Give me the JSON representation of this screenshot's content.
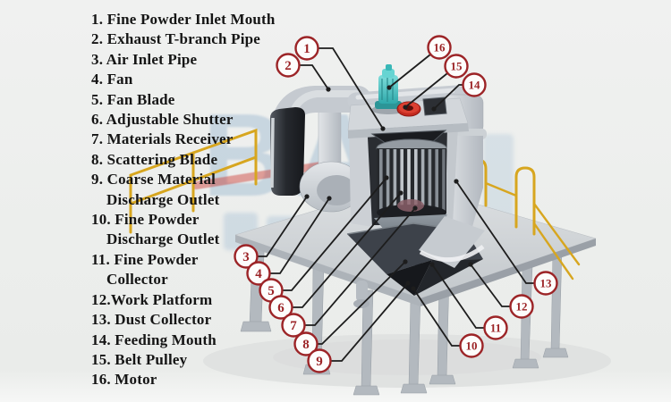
{
  "legend": {
    "items": [
      {
        "lines": [
          "1. Fine Powder Inlet Mouth"
        ]
      },
      {
        "lines": [
          "2. Exhaust T-branch Pipe"
        ]
      },
      {
        "lines": [
          "3. Air Inlet Pipe"
        ]
      },
      {
        "lines": [
          "4. Fan"
        ]
      },
      {
        "lines": [
          "5. Fan Blade"
        ]
      },
      {
        "lines": [
          "6. Adjustable Shutter"
        ]
      },
      {
        "lines": [
          "7. Materials Receiver"
        ]
      },
      {
        "lines": [
          "8. Scattering Blade"
        ]
      },
      {
        "lines": [
          "9. Coarse Material",
          "Discharge Outlet"
        ]
      },
      {
        "lines": [
          "10. Fine Powder",
          "Discharge Outlet"
        ]
      },
      {
        "lines": [
          "11. Fine Powder",
          "Collector"
        ]
      },
      {
        "lines": [
          "12.Work Platform"
        ]
      },
      {
        "lines": [
          "13. Dust Collector"
        ]
      },
      {
        "lines": [
          "14. Feeding Mouth"
        ]
      },
      {
        "lines": [
          "15. Belt Pulley"
        ]
      },
      {
        "lines": [
          "16. Motor"
        ]
      }
    ]
  },
  "callouts": [
    {
      "num": "1",
      "circle": [
        343,
        54
      ],
      "elbow": [
        372,
        54
      ],
      "target": [
        428,
        144
      ]
    },
    {
      "num": "2",
      "circle": [
        322,
        73
      ],
      "elbow": [
        349,
        73
      ],
      "target": [
        367,
        100
      ]
    },
    {
      "num": "3",
      "circle": [
        275,
        287
      ],
      "elbow": [
        298,
        287
      ],
      "target": [
        343,
        220
      ]
    },
    {
      "num": "4",
      "circle": [
        289,
        306
      ],
      "elbow": [
        313,
        306
      ],
      "target": [
        368,
        222
      ]
    },
    {
      "num": "5",
      "circle": [
        303,
        325
      ],
      "elbow": [
        326,
        325
      ],
      "target": [
        432,
        199
      ]
    },
    {
      "num": "6",
      "circle": [
        314,
        344
      ],
      "elbow": [
        338,
        344
      ],
      "target": [
        448,
        216
      ]
    },
    {
      "num": "7",
      "circle": [
        328,
        364
      ],
      "elbow": [
        352,
        364
      ],
      "target": [
        464,
        233
      ]
    },
    {
      "num": "8",
      "circle": [
        342,
        385
      ],
      "elbow": [
        360,
        385
      ],
      "target": [
        453,
        293
      ]
    },
    {
      "num": "9",
      "circle": [
        357,
        404
      ],
      "elbow": [
        382,
        404
      ],
      "target": [
        456,
        317
      ]
    },
    {
      "num": "10",
      "circle": [
        527,
        387
      ],
      "elbow": [
        505,
        387
      ],
      "target": [
        462,
        323
      ]
    },
    {
      "num": "11",
      "circle": [
        554,
        367
      ],
      "elbow": [
        532,
        367
      ],
      "target": [
        483,
        296
      ]
    },
    {
      "num": "12",
      "circle": [
        583,
        343
      ],
      "elbow": [
        561,
        343
      ],
      "target": [
        526,
        296
      ]
    },
    {
      "num": "13",
      "circle": [
        610,
        317
      ],
      "elbow": [
        588,
        317
      ],
      "target": [
        510,
        203
      ]
    },
    {
      "num": "14",
      "circle": [
        530,
        95
      ],
      "elbow": [
        513,
        95
      ],
      "target": [
        485,
        122
      ]
    },
    {
      "num": "15",
      "circle": [
        510,
        74
      ],
      "elbow": [
        510,
        74
      ],
      "target": [
        453,
        120
      ]
    },
    {
      "num": "16",
      "circle": [
        491,
        53
      ],
      "elbow": [
        491,
        53
      ],
      "target": [
        435,
        98
      ]
    }
  ],
  "watermark": {
    "text": "BA"
  },
  "colors": {
    "callout_red": "#9c2427",
    "leader_line": "#1d1d1d",
    "legend_text": "#151515",
    "railing_yellow": "#d7a61f",
    "motor_teal": "#3fc3c4",
    "pulley_red": "#c32a20",
    "machine_gray": "#c6cbd0",
    "background": "#eceeec"
  }
}
